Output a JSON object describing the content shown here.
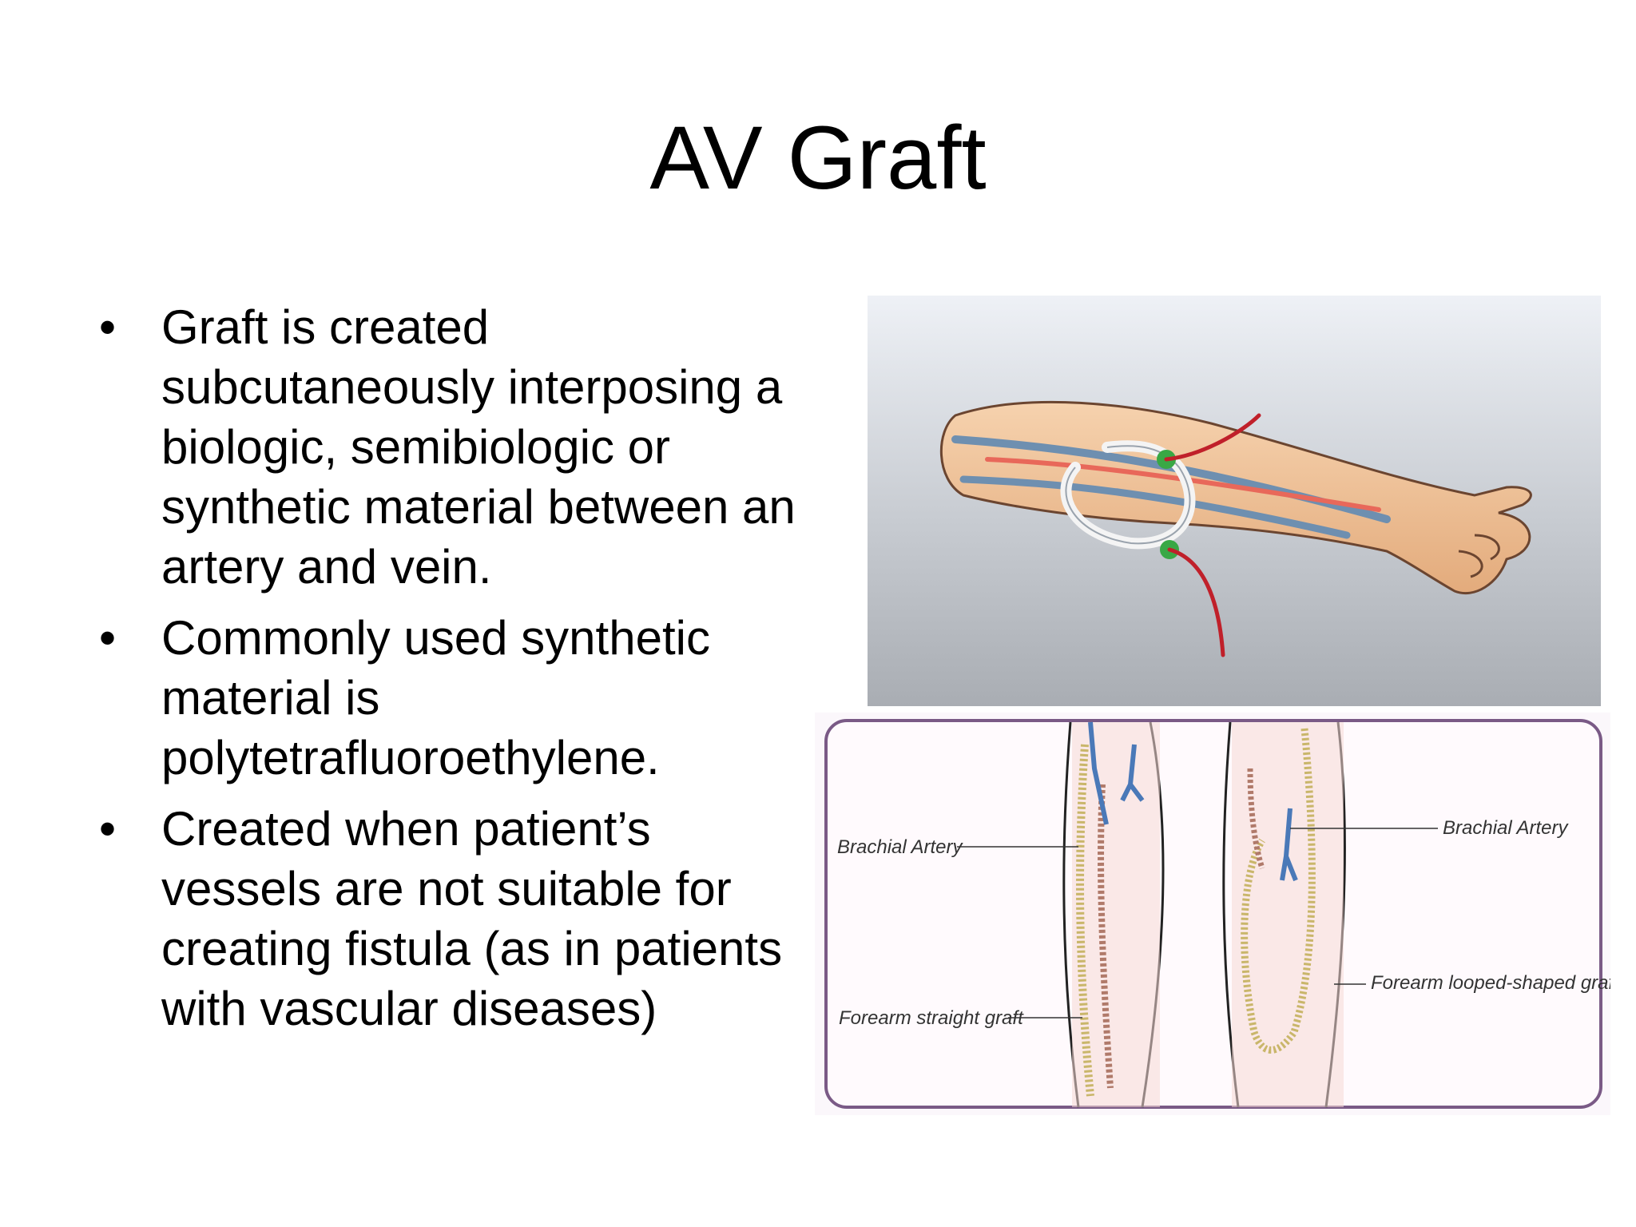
{
  "slide": {
    "title": "AV Graft",
    "bullets": [
      "Graft is created subcutaneously interposing a biologic, semibiologic or synthetic material between an artery and vein.",
      "Commonly used synthetic material is polytetrafluoroethylene.",
      "Created when patient’s vessels are not suitable for creating fistula (as in patients with vascular diseases)"
    ]
  },
  "figure_bottom": {
    "labels": {
      "brachial_artery_left": "Brachial Artery",
      "forearm_straight_graft": "Forearm straight graft",
      "brachial_artery_right": "Brachial Artery",
      "forearm_looped_graft": "Forearm looped-shaped graft"
    }
  },
  "colors": {
    "skin": "#f2c49b",
    "vein_blue": "#6e8fb0",
    "artery_red": "#e8685a",
    "tube_red": "#c0202a",
    "clamp_green": "#39a845",
    "graft_white": "#f4f4f4",
    "frame_purple": "#7a5a86"
  }
}
